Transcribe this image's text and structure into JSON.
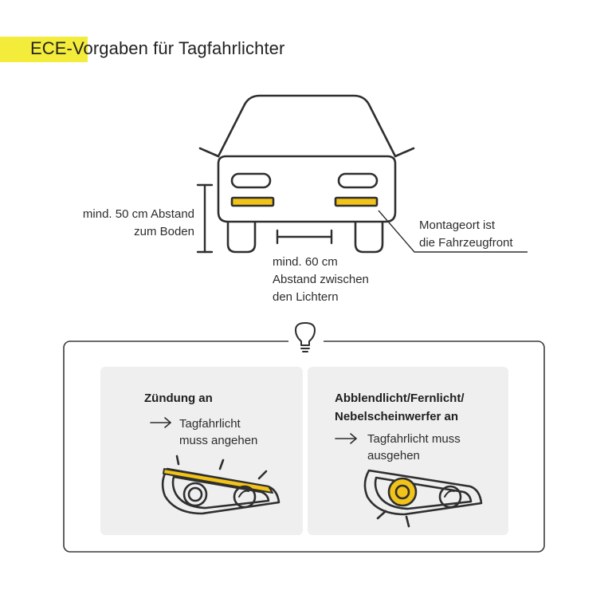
{
  "header": {
    "title": "ECE-Vorgaben für Tagfahrlichter"
  },
  "car_diagram": {
    "label_height": "mind. 50 cm Abstand\nzum Boden",
    "label_spacing": "mind. 60 cm\nAbstand zwischen\nden Lichtern",
    "label_mount": "Montageort ist\ndie Fahrzeugfront"
  },
  "rules_box": {
    "icon": "lightbulb-icon",
    "left_panel": {
      "heading": "Zündung an",
      "arrow_icon": "arrow-right-icon",
      "text": "Tagfahrlicht\nmuss angehen"
    },
    "right_panel": {
      "heading": "Abblendlicht/Fernlicht/\nNebelscheinwerfer an",
      "arrow_icon": "arrow-right-icon",
      "text": "Tagfahrlicht muss\nausgehen"
    }
  },
  "colors": {
    "highlight": "#f4ec3a",
    "lamp": "#f2c318",
    "stroke": "#2f2f2f",
    "panel_bg": "#efefef"
  }
}
